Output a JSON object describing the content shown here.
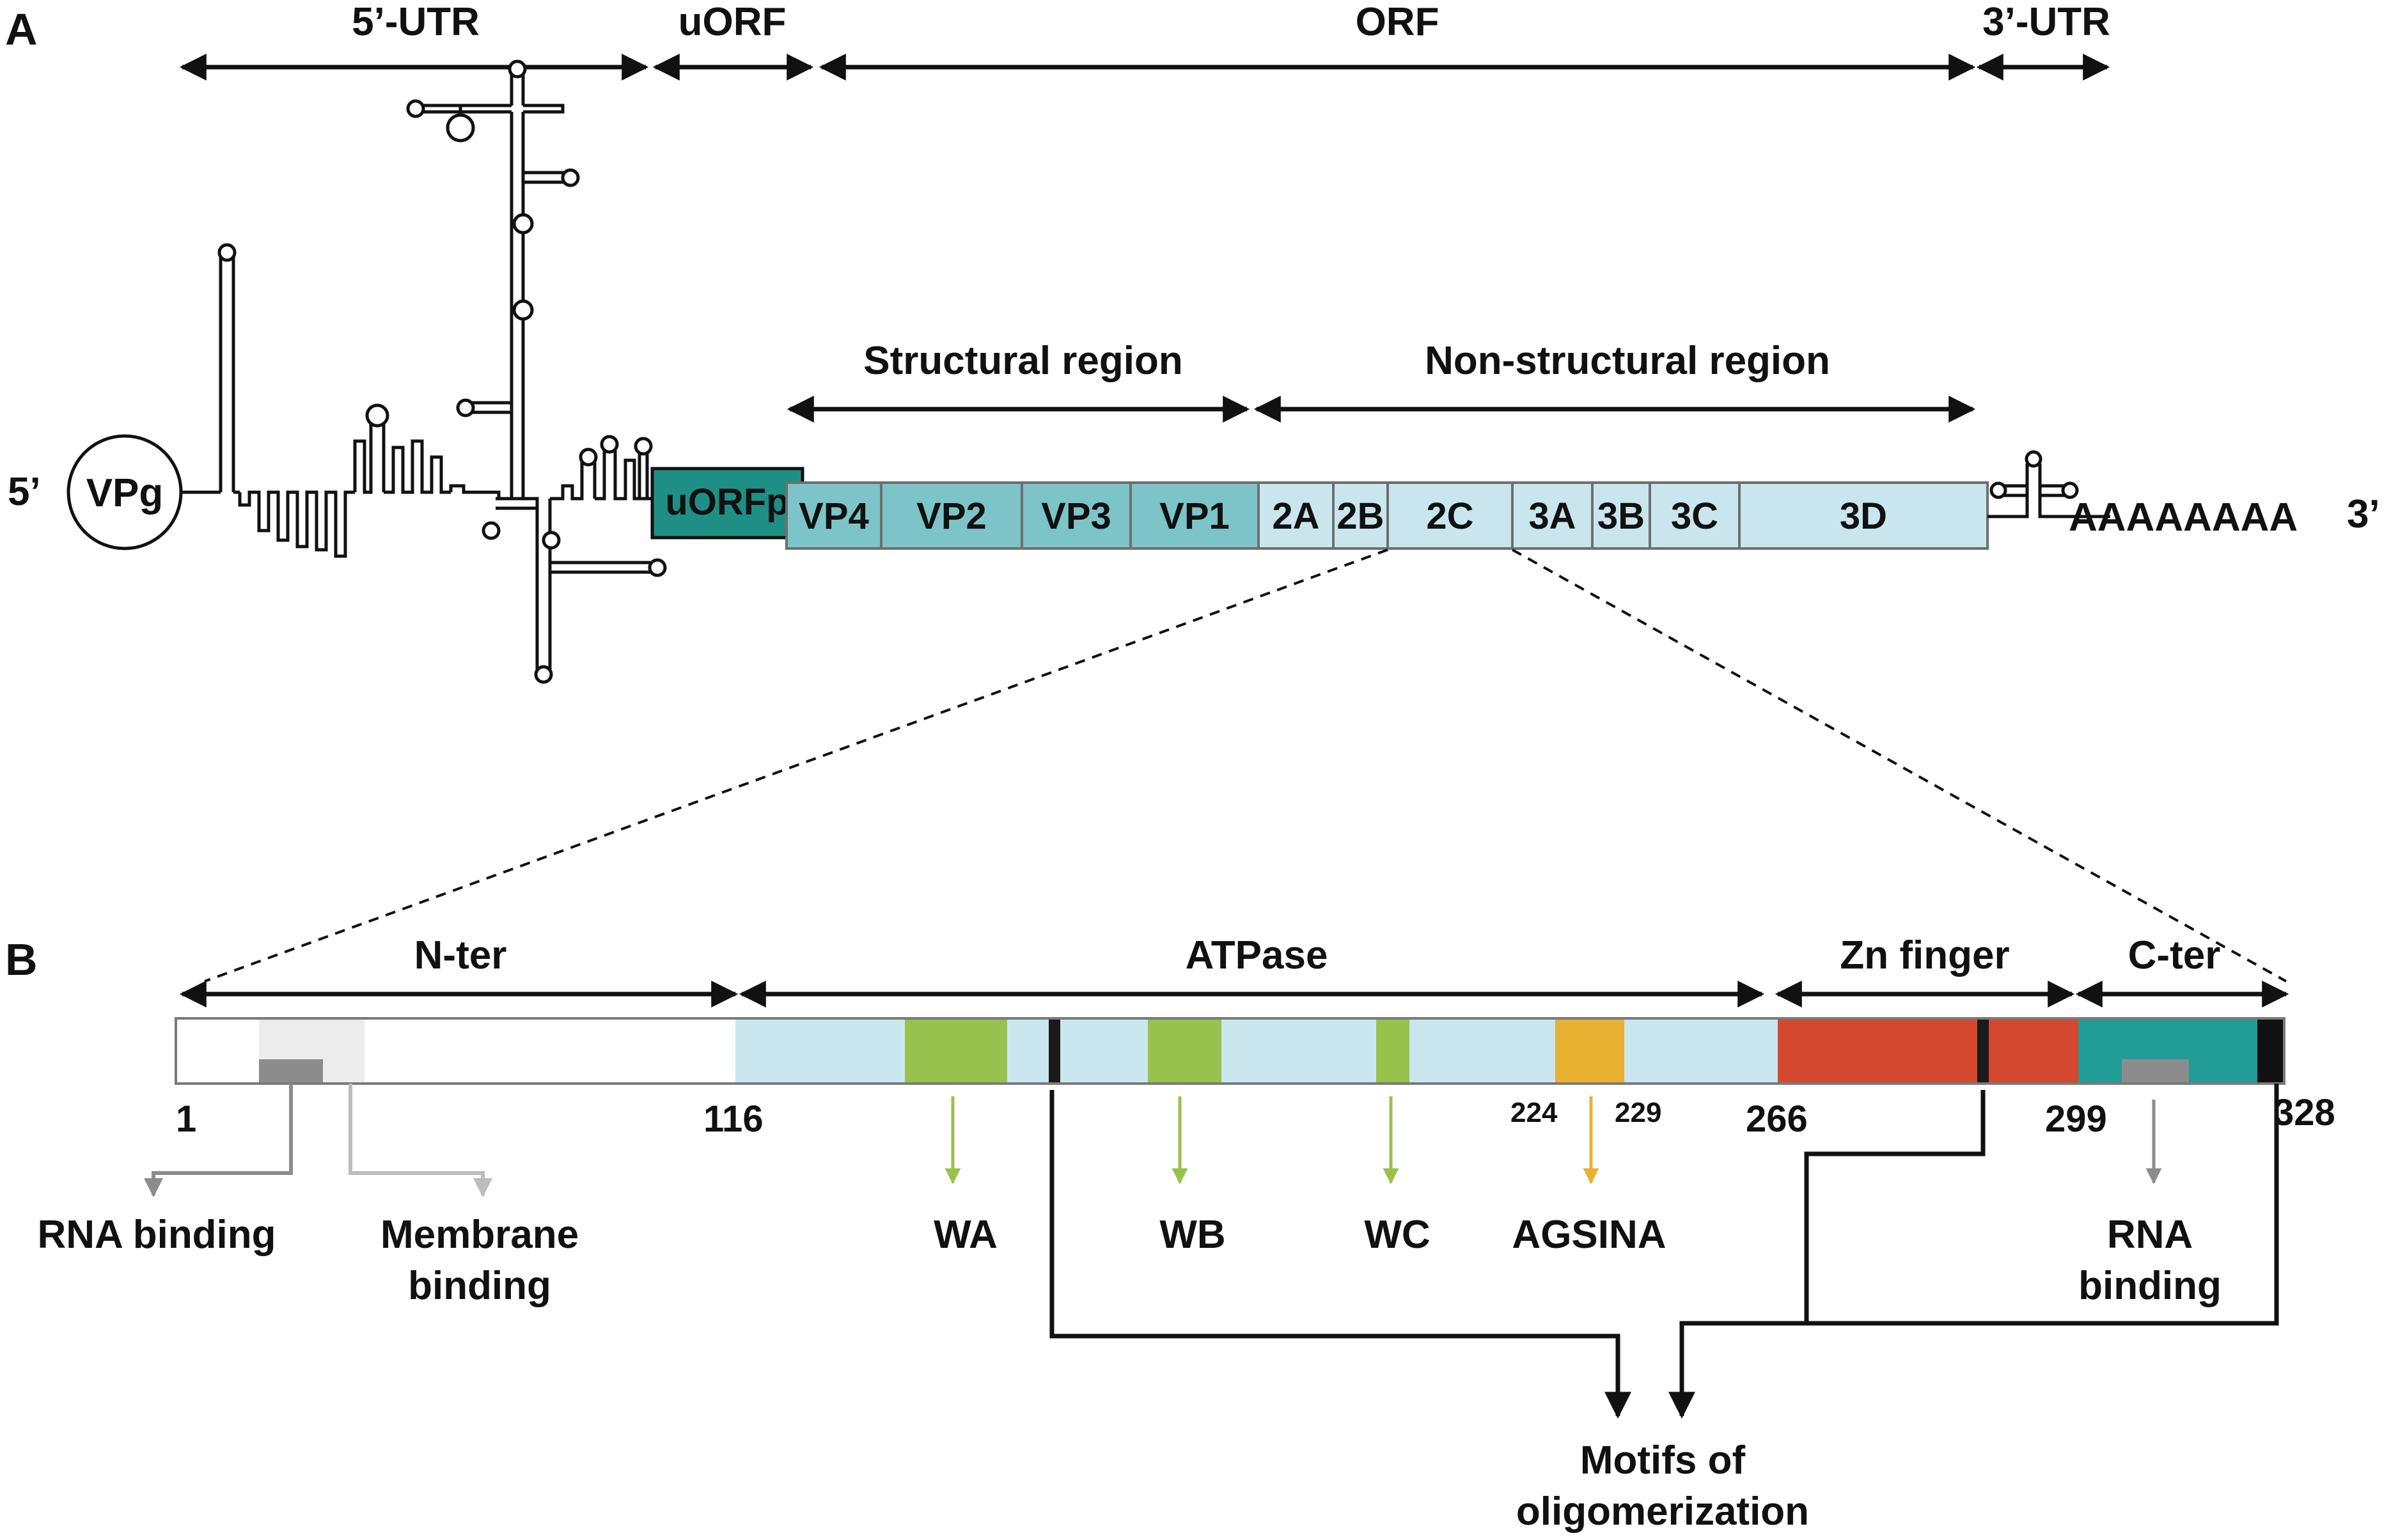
{
  "panel_a": {
    "label": "A",
    "regions": {
      "utr5": "5’-UTR",
      "uorf": "uORF",
      "orf": "ORF",
      "utr3": "3’-UTR"
    },
    "five_prime": "5’",
    "three_prime": "3’",
    "vpg": "VPg",
    "uorfp": "uORFp",
    "poly_a": "AAAAAAAA",
    "structural_label": "Structural region",
    "nonstructural_label": "Non-structural region",
    "segments": [
      {
        "label": "VP4",
        "color": "#7cc4c8"
      },
      {
        "label": "VP2",
        "color": "#7cc4c8"
      },
      {
        "label": "VP3",
        "color": "#7cc4c8"
      },
      {
        "label": "VP1",
        "color": "#7cc4c8"
      },
      {
        "label": "2A",
        "color": "#c9e6ef"
      },
      {
        "label": "2B",
        "color": "#c9e6ef"
      },
      {
        "label": "2C",
        "color": "#c9e6ef"
      },
      {
        "label": "3A",
        "color": "#c9e6ef"
      },
      {
        "label": "3B",
        "color": "#c9e6ef"
      },
      {
        "label": "3C",
        "color": "#c9e6ef"
      },
      {
        "label": "3D",
        "color": "#c9e6ef"
      }
    ],
    "uorfp_color": "#1f8f86"
  },
  "panel_b": {
    "label": "B",
    "domains": {
      "nter": "N-ter",
      "atpase": "ATPase",
      "zn": "Zn finger",
      "cter": "C-ter"
    },
    "positions": {
      "p1": "1",
      "p116": "116",
      "p224": "224",
      "p229": "229",
      "p266": "266",
      "p299": "299",
      "p328": "328"
    },
    "annotations": {
      "rna_binding_left": "RNA binding",
      "membrane_1": "Membrane",
      "membrane_2": "binding",
      "wa": "WA",
      "wb": "WB",
      "wc": "WC",
      "agsina": "AGSINA",
      "rna_right_1": "RNA",
      "rna_right_2": "binding",
      "motifs_1": "Motifs of",
      "motifs_2": "oligomerization"
    },
    "colors": {
      "atpase": "#c9e6ef",
      "walker": "#98c24d",
      "agsina": "#e9b132",
      "zn": "#d3482f",
      "cter": "#219c96",
      "membrane": "#ececec",
      "rna": "#8c8c8c",
      "motif": "#1a1a1a"
    }
  }
}
